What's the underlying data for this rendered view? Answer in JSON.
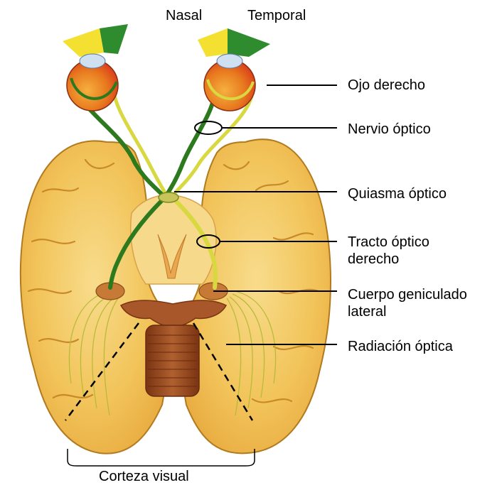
{
  "labels": {
    "nasal": "Nasal",
    "temporal": "Temporal",
    "ojo_derecho": "Ojo derecho",
    "nervio_optico": "Nervio óptico",
    "quiasma_optico": "Quiasma óptico",
    "tracto_optico_1": "Tracto óptico",
    "tracto_optico_2": "derecho",
    "cuerpo_geniculado_1": "Cuerpo geniculado",
    "cuerpo_geniculado_2": "lateral",
    "radiacion_optica": "Radiación óptica",
    "corteza_visual": "Corteza visual"
  },
  "colors": {
    "brain_fill": "#f2c45a",
    "brain_outline": "#b27a1f",
    "gyri": "#c88a28",
    "nasal_field": "#f3e030",
    "temporal_field": "#2e8b2e",
    "optic_green": "#2d7a1e",
    "optic_yellow": "#d8d840",
    "brainstem": "#a0522d",
    "eye_red": "#d62d1e",
    "eye_orange": "#f0a020"
  }
}
